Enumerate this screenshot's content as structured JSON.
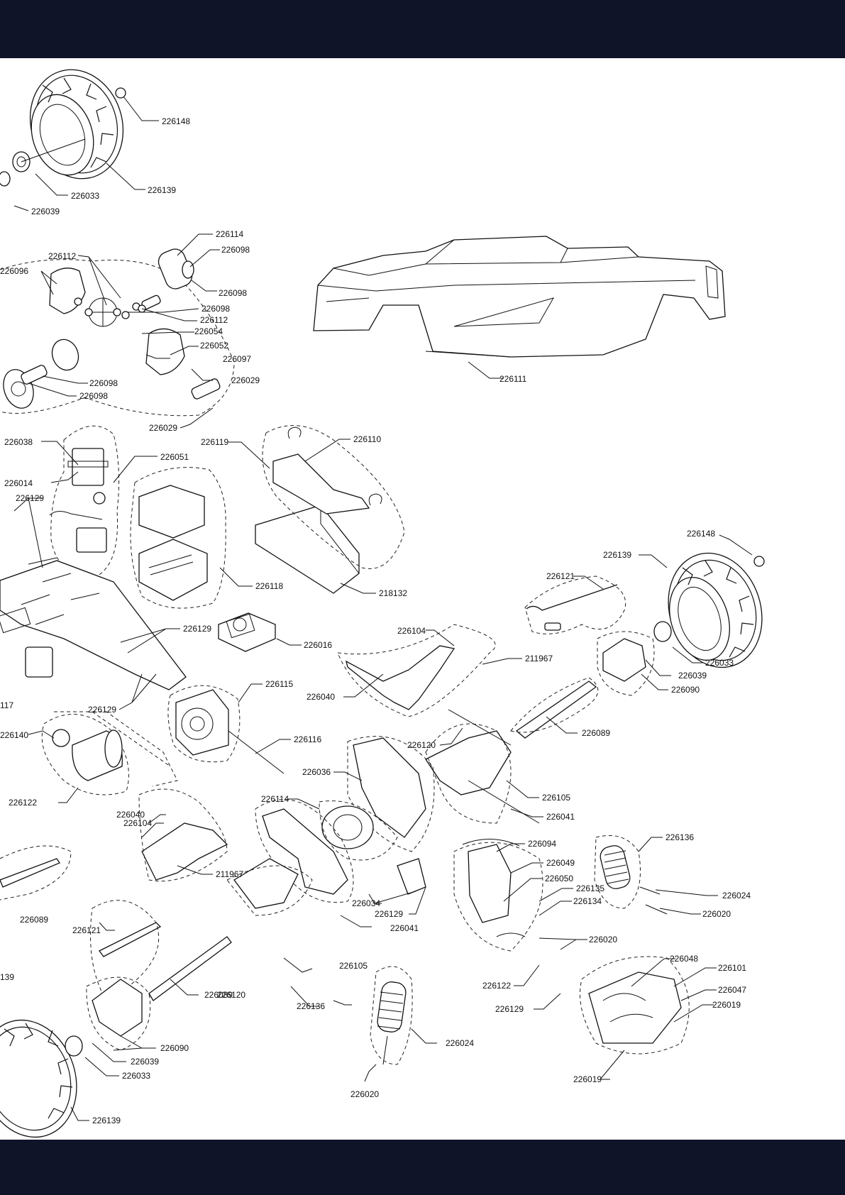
{
  "colors": {
    "band": "#0f1429",
    "ink": "#111111",
    "paper": "#ffffff"
  },
  "labels": {
    "l226148a": "226148",
    "l226139a": "226139",
    "l226033a": "226033",
    "l226039a": "226039",
    "l226114a": "226114",
    "l226098a": "226098",
    "l226112a": "226112",
    "l226096": "226096",
    "l226098b": "226098",
    "l226098c": "226098",
    "l226112b": "226112",
    "l226054": "226054",
    "l226052": "226052",
    "l226097": "226097",
    "l226029a": "226029",
    "l226098d": "226098",
    "l226098e": "226098",
    "l226029b": "226029",
    "l226111": "226111",
    "l226038": "226038",
    "l226051": "226051",
    "l226014": "226014",
    "l226129a": "226129",
    "l226119": "226119",
    "l226110": "226110",
    "l226118": "226118",
    "l218132": "218132",
    "l226129b": "226129",
    "l226016": "226016",
    "l226115": "226115",
    "l226129c": "226129",
    "l226117": "117",
    "l226140": "226140",
    "l226122a": "226122",
    "l226116": "226116",
    "l226148b": "226148",
    "l226139b": "226139",
    "l226121a": "226121",
    "l226104a": "226104",
    "l211967a": "211967",
    "l226033b": "226033",
    "l226039b": "226039",
    "l226090a": "226090",
    "l226040a": "226040",
    "l226120a": "226120",
    "l226089a": "226089",
    "l226036": "226036",
    "l226105a": "226105",
    "l226114b": "226114",
    "l226041a": "226041",
    "l226040b": "226040",
    "l226104b": "226104",
    "l226136a": "226136",
    "l226094": "226094",
    "l226049": "226049",
    "l226050": "226050",
    "l226135": "226135",
    "l226134": "226134",
    "l226024a": "226024",
    "l226020a": "226020",
    "l211967b": "211967",
    "l226034": "226034",
    "l226129d": "226129",
    "l226020b": "226020",
    "l226089b": "226089",
    "l226041b": "226041",
    "l226121b": "226121",
    "l226105b": "226105",
    "l226048": "226048",
    "l226101": "226101",
    "l226122b": "226122",
    "l226047": "226047",
    "l226139c": "139",
    "l226120b": "226120",
    "l226019a": "226019",
    "l226089c": "226089",
    "l226129e": "226129",
    "l226136b": "226136",
    "l226024b": "226024",
    "l226090b": "226090",
    "l226039c": "226039",
    "l226033c": "226033",
    "l226019b": "226019",
    "l226020c": "226020",
    "l226139d": "226139"
  }
}
